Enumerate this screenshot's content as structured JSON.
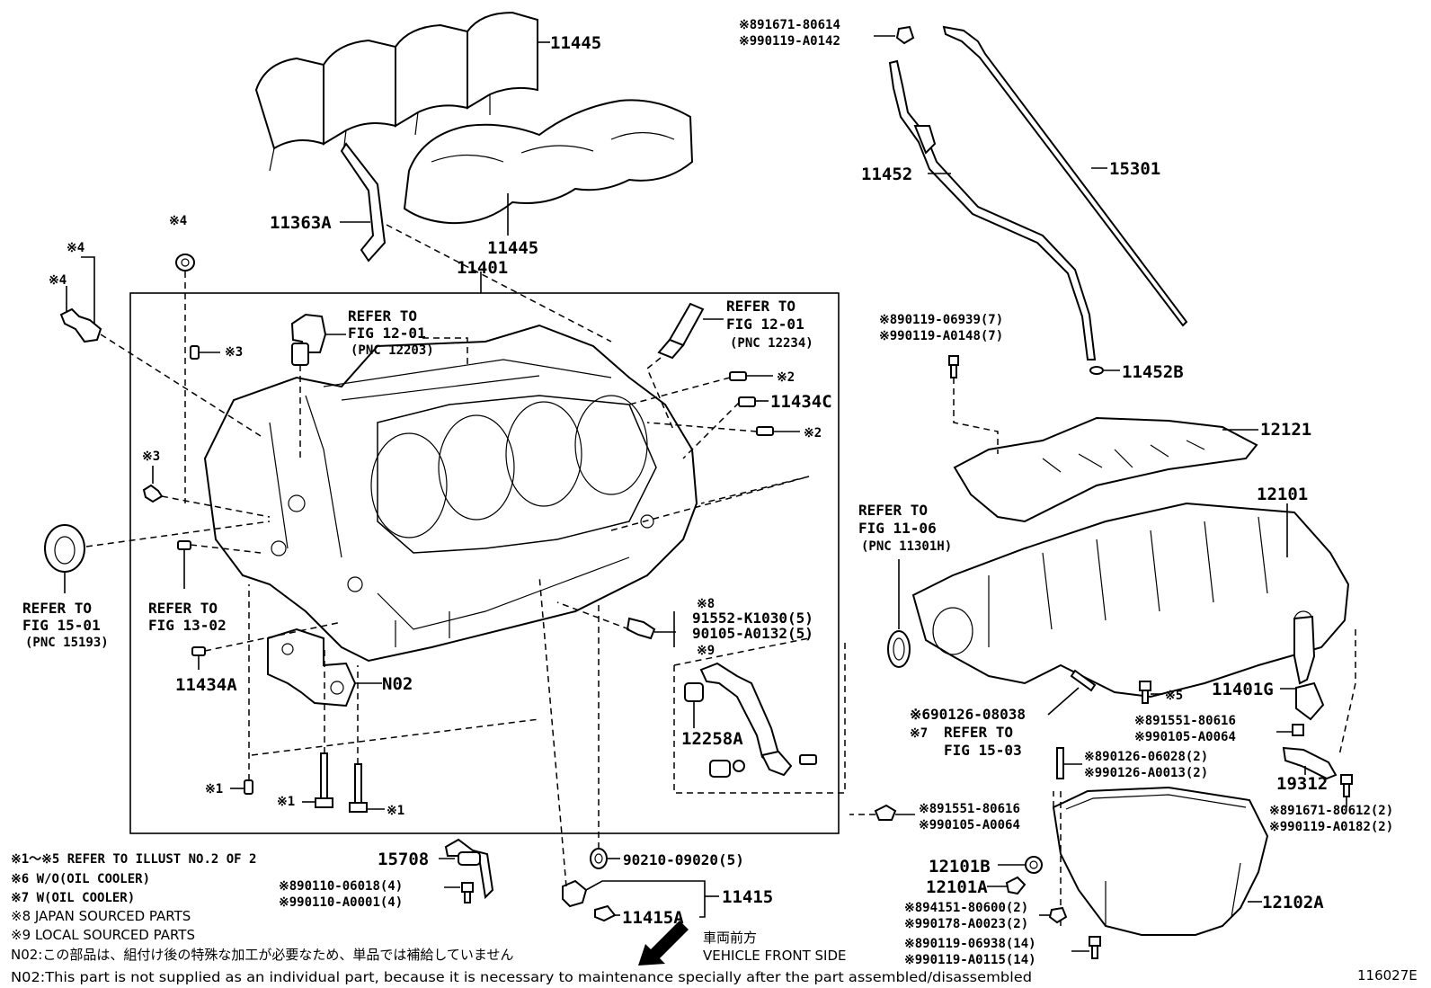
{
  "callouts": {
    "c11445_top": "11445",
    "c11445_bot": "11445",
    "c11363a": "11363A",
    "c11401": "11401",
    "c11452": "11452",
    "c15301": "15301",
    "c11452b": "11452B",
    "c12121": "12121",
    "c12101": "12101",
    "c11434c": "11434C",
    "c11434a": "11434A",
    "cn02": "N02",
    "c12258a": "12258A",
    "c11401g": "11401G",
    "c19312": "19312",
    "c15708": "15708",
    "c11415": "11415",
    "c11415a": "11415A",
    "c12101b": "12101B",
    "c12101a": "12101A",
    "c12102a": "12102A",
    "c90210": "90210-09020(5)",
    "ref_num": "116027E"
  },
  "marks": {
    "m2a": "※2",
    "m2b": "※2",
    "m3a": "※3",
    "m3b": "※3",
    "m4a": "※4",
    "m4b": "※4",
    "m4c": "※4",
    "m1a": "※1",
    "m1b": "※1",
    "m1c": "※1",
    "m5": "※5"
  },
  "refs": {
    "r1_l1": "REFER TO",
    "r1_l2": "FIG 12-01",
    "r1_l3": "(PNC 12203)",
    "r2_l1": "REFER TO",
    "r2_l2": "FIG 12-01",
    "r2_l3": "(PNC 12234)",
    "r3_l1": "REFER TO",
    "r3_l2": "FIG 11-06",
    "r3_l3": "(PNC 11301H)",
    "r4_l1": "REFER TO",
    "r4_l2": "FIG 15-01",
    "r4_l3": "(PNC 15193)",
    "r5_l1": "REFER TO",
    "r5_l2": "FIG 13-02",
    "r6_l1": "REFER TO",
    "r6_l2": "FIG 15-03",
    "r6_mark": "※7"
  },
  "parts": {
    "p_top_a": "※891671-80614",
    "p_top_b": "※990119-A0142",
    "p_pan_a": "※890119-06939(7)",
    "p_pan_b": "※990119-A0148(7)",
    "p_blk_hdr": "※8",
    "p_blk_a": "91552-K1030(5)",
    "p_blk_b": "90105-A0132(5)",
    "p_blk_ftr": "※9",
    "p_st_a": "※690126-08038",
    "p_oc_a": "※891551-80616",
    "p_oc_b": "※990105-A0064",
    "p_stud_a": "※890126-06028(2)",
    "p_stud_b": "※990126-A0013(2)",
    "p_bolt_a": "※891671-80612(2)",
    "p_bolt_b": "※990119-A0182(2)",
    "p_side_a": "※891551-80616",
    "p_side_b": "※990105-A0064",
    "p_15708_a": "※890110-06018(4)",
    "p_15708_b": "※990110-A0001(4)",
    "p_drain_a": "※894151-80600(2)",
    "p_drain_b": "※990178-A0023(2)",
    "p_pan2_a": "※890119-06938(14)",
    "p_pan2_b": "※990119-A0115(14)"
  },
  "legend": {
    "l1": "※1～※5 REFER TO ILLUST NO.2 OF 2",
    "l6": "※6 W/O(OIL COOLER)",
    "l7": "※7 W(OIL COOLER)",
    "l8": "※8 JAPAN SOURCED PARTS",
    "l9": "※9 LOCAL SOURCED PARTS",
    "n02_jp": "N02:この部品は、組付け後の特殊な加工が必要なため、単品では補給していません",
    "n02_en": "N02:This part is not supplied as an individual part, because it is necessary to maintenance specially after the part assembled/disassembled",
    "front_jp": "車両前方",
    "front_en": "VEHICLE FRONT SIDE"
  }
}
